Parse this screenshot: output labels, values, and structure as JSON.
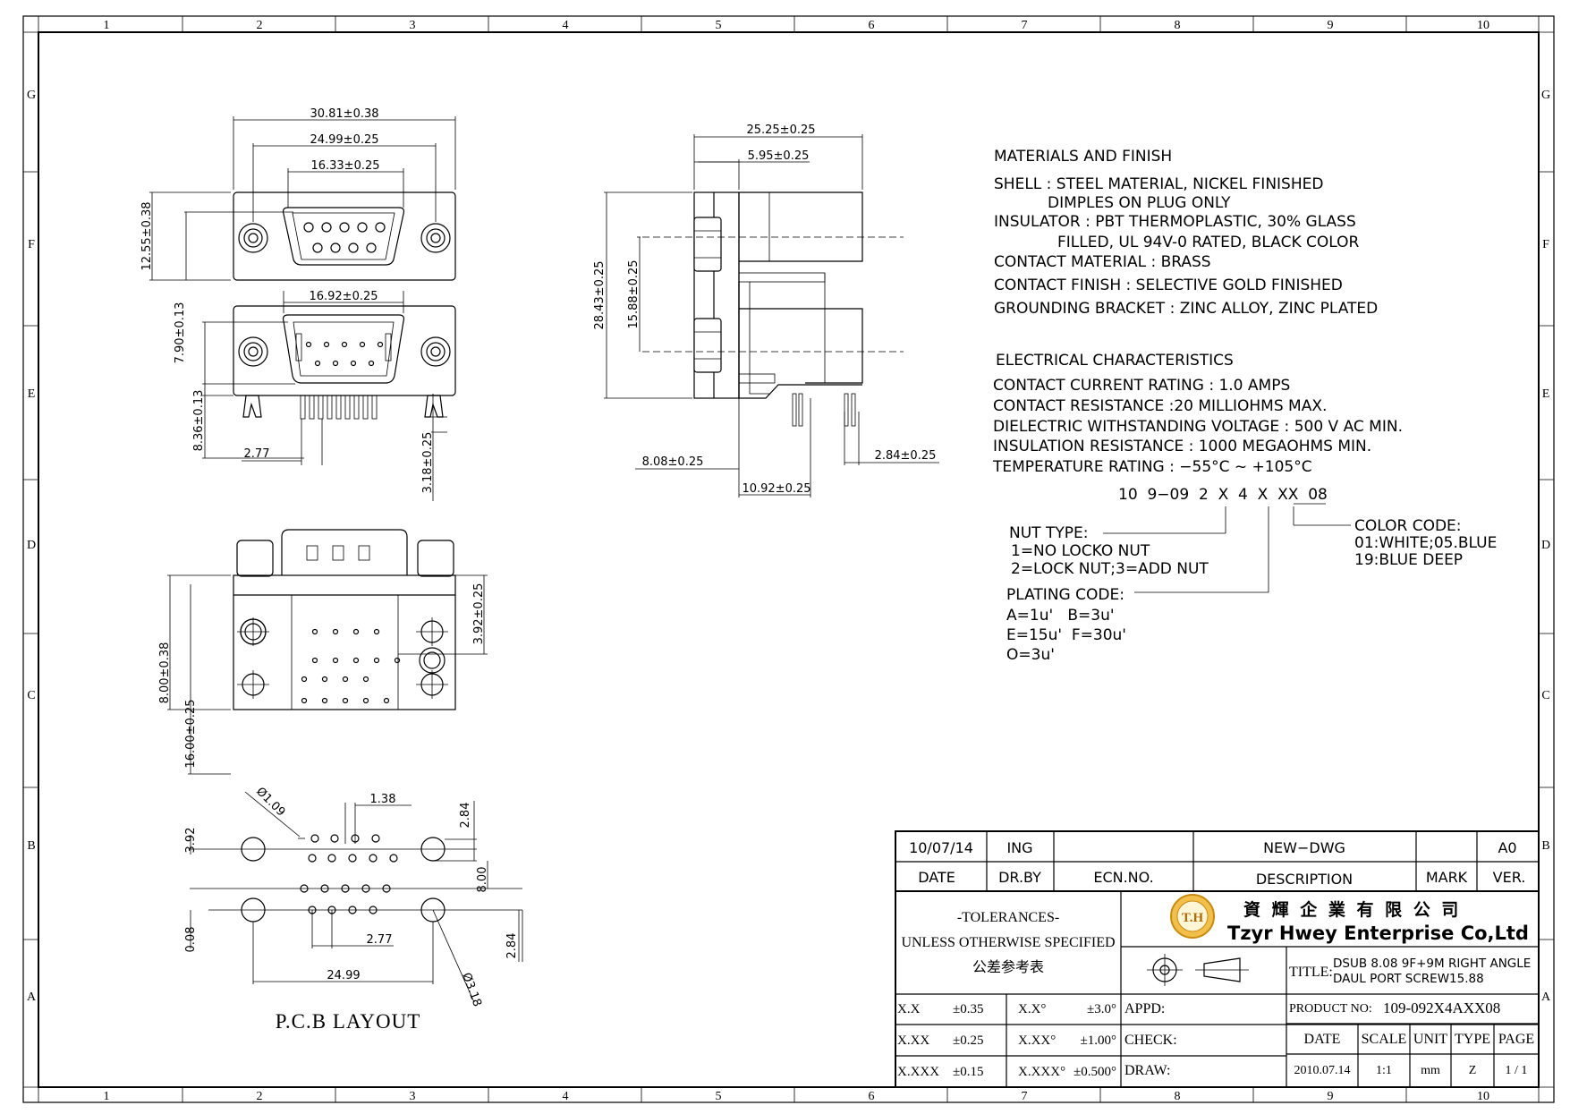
{
  "grid": {
    "cols": [
      "1",
      "2",
      "3",
      "4",
      "5",
      "6",
      "7",
      "8",
      "9",
      "10"
    ],
    "rows": [
      "G",
      "F",
      "E",
      "D",
      "C",
      "B",
      "A"
    ]
  },
  "front_view": {
    "d1": "30.81±0.38",
    "d2": "24.99±0.25",
    "d3": "16.33±0.25",
    "d4": "12.55±0.38",
    "d5": "16.92±0.25",
    "d6": "7.90±0.13",
    "d7": "8.36±0.13",
    "d8": "2.77",
    "d9": "3.18±0.25"
  },
  "side_view": {
    "d1": "25.25±0.25",
    "d2": "5.95±0.25",
    "d3": "28.43±0.25",
    "d4": "15.88±0.25",
    "d5": "8.08±0.25",
    "d6": "2.84±0.25",
    "d7": "10.92±0.25"
  },
  "bottom_view": {
    "d1": "3.92±0.25",
    "d2": "8.00±0.38",
    "d3": "16.00±0.25"
  },
  "pcb": {
    "title": "P.C.B  LAYOUT",
    "d1": "Ø1.09",
    "d2": "1.38",
    "d3": "2.84",
    "d4": "3.92",
    "d5": "8.00",
    "d6": "0.08",
    "d7": "2.77",
    "d8": "2.84",
    "d9": "24.99",
    "d10": "Ø3.18"
  },
  "materials": {
    "heading": "MATERIALS  AND  FINISH",
    "lines": [
      "SHELL : STEEL MATERIAL, NICKEL FINISHED",
      "DIMPLES   ON PLUG ONLY",
      "INSULATOR : PBT THERMOPLASTIC, 30% GLASS",
      "FILLED, UL 94V-0 RATED, BLACK COLOR",
      "CONTACT MATERIAL : BRASS",
      "CONTACT FINISH : SELECTIVE GOLD FINISHED",
      "GROUNDING BRACKET : ZINC ALLOY, ZINC PLATED"
    ]
  },
  "electrical": {
    "heading": "ELECTRICAL  CHARACTERISTICS",
    "lines": [
      "CONTACT  CURRENT RATING : 1.0 AMPS",
      "CONTACT  RESISTANCE :20 MILLIOHMS MAX.",
      "DIELECTRIC  WITHSTANDING  VOLTAGE : 500 V AC MIN.",
      "INSULATION  RESISTANCE : 1000 MEGAOHMS MIN.",
      "TEMPERATURE  RATING : −55°C  ~  +105°C"
    ]
  },
  "part_code": {
    "code": "10  9−09  2  X  4  X  XX  08",
    "nut_lines": [
      "NUT TYPE:",
      "1=NO LOCKO NUT",
      "2=LOCK NUT;3=ADD NUT"
    ],
    "plating_lines": [
      "PLATING CODE:",
      "A=1u'   B=3u'",
      "E=15u'  F=30u'",
      "O=3u'"
    ],
    "color_lines": [
      "COLOR CODE:",
      "01:WHITE;05.BLUE",
      "19:BLUE DEEP"
    ]
  },
  "title_block": {
    "rev": {
      "date": "10/07/14",
      "by": "ING",
      "ecn": "",
      "desc": "NEW−DWG",
      "mark": "",
      "ver": "A0"
    },
    "headers": {
      "date": "DATE",
      "by": "DR.BY",
      "ecn": "ECN.NO.",
      "desc": "DESCRIPTION",
      "mark": "MARK",
      "ver": "VER."
    },
    "tolerances": [
      "-TOLERANCES-",
      "UNLESS OTHERWISE SPECIFIED",
      "公差参考表"
    ],
    "company_cn": "資 輝 企 業 有 限 公 司",
    "company_en": "Tzyr Hwey Enterprise Co,Ltd",
    "logo_text": "T.H",
    "title_label": "TITLE:",
    "title_lines": [
      "DSUB 8.08 9F+9M RIGHT ANGLE",
      "DAUL PORT SCREW15.88"
    ],
    "tol_rows": [
      [
        "X.X",
        "±0.35",
        "X.X°",
        "±3.0°"
      ],
      [
        "X.XX",
        "±0.25",
        "X.XX°",
        "±1.00°"
      ],
      [
        "X.XXX",
        "±0.15",
        "X.XXX°",
        "±0.500°"
      ]
    ],
    "appd": "APPD:",
    "check": "CHECK:",
    "draw": "DRAW:",
    "product_label": "PRODUCT NO:",
    "product_no": "109-092X4AXX08",
    "cols": [
      "DATE",
      "SCALE",
      "UNIT",
      "TYPE",
      "PAGE"
    ],
    "vals": [
      "2010.07.14",
      "1:1",
      "mm",
      "Z",
      "1 / 1"
    ]
  }
}
